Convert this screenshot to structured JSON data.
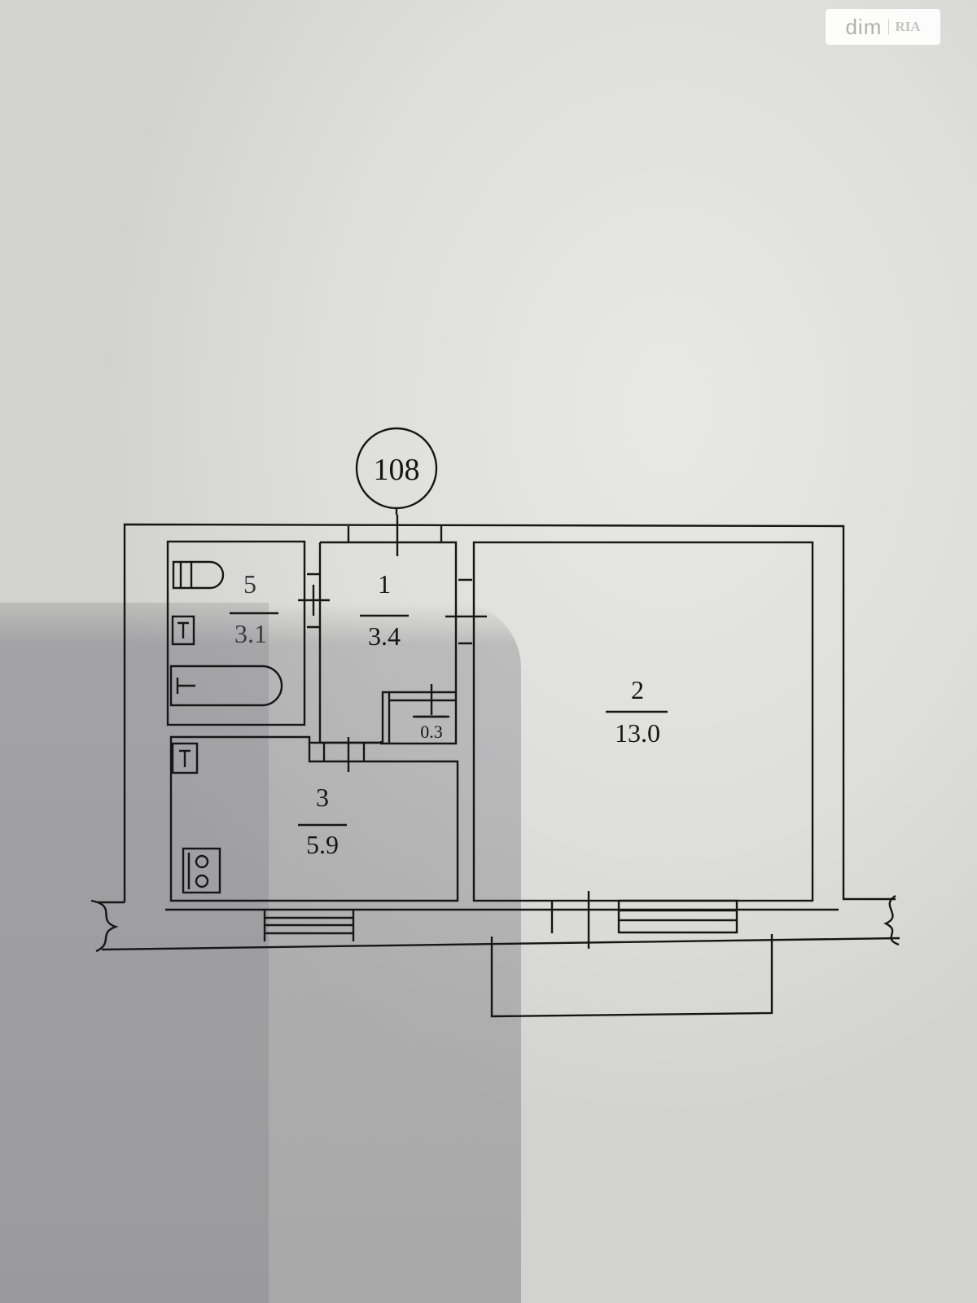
{
  "plan": {
    "apartment_number": "108",
    "rooms": [
      {
        "number": "5",
        "area": "3.1"
      },
      {
        "number": "1",
        "area": "3.4"
      },
      {
        "number": "2",
        "area": "13.0"
      },
      {
        "number": "3",
        "area": "5.9"
      }
    ],
    "closet_area": "0.3"
  },
  "watermark": {
    "text": "dim",
    "logo": "RIA"
  },
  "colors": {
    "line": "#161616",
    "paper": "#e4e4e1"
  }
}
